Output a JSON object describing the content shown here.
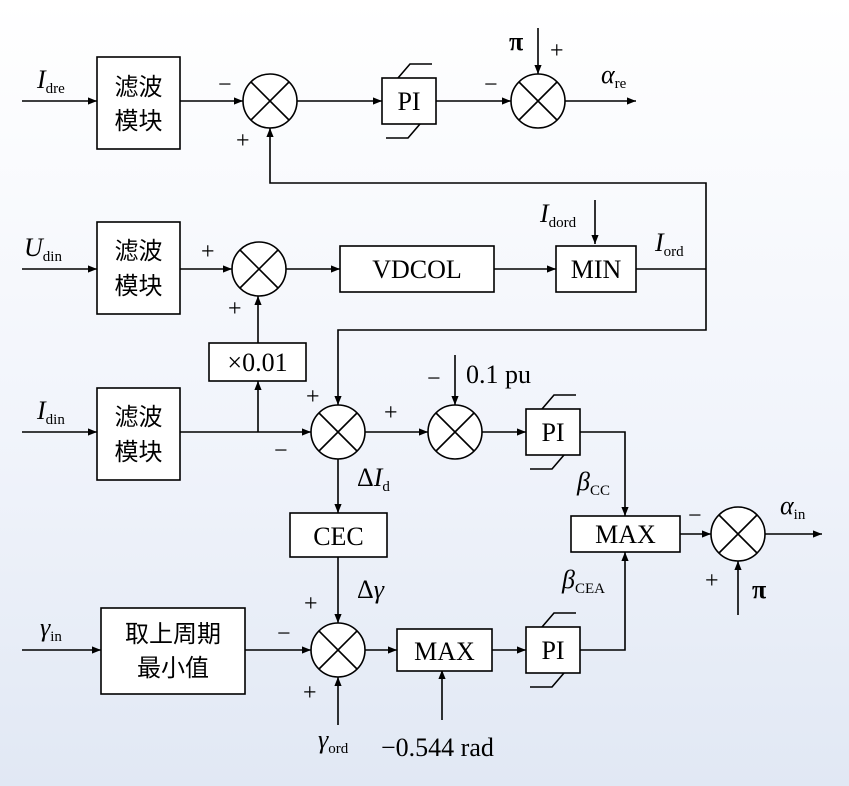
{
  "blocks": {
    "filter_label_1": "滤波",
    "filter_label_2": "模块",
    "pi": "PI",
    "vdcol": "VDCOL",
    "min": "MIN",
    "scale": "×0.01",
    "cec": "CEC",
    "prev_min_1": "取上周期",
    "prev_min_2": "最小值",
    "max": "MAX"
  },
  "signals": {
    "i_dre": {
      "main": "I",
      "sub": "dre"
    },
    "u_din": {
      "main": "U",
      "sub": "din"
    },
    "i_din": {
      "main": "I",
      "sub": "din"
    },
    "gamma_in": {
      "main": "γ",
      "sub": "in"
    },
    "gamma_ord": {
      "main": "γ",
      "sub": "ord"
    },
    "i_dord": {
      "main": "I",
      "sub": "dord"
    },
    "i_ord": {
      "main": "I",
      "sub": "ord"
    },
    "alpha_re": {
      "main": "α",
      "sub": "re"
    },
    "alpha_in": {
      "main": "α",
      "sub": "in"
    },
    "beta_cc": {
      "main": "β",
      "sub": "CC"
    },
    "beta_cea": {
      "main": "β",
      "sub": "CEA"
    },
    "delta_i_d": {
      "prefix": "Δ",
      "main": "I",
      "sub": "d"
    },
    "delta_gamma": {
      "prefix": "Δ",
      "main": "γ"
    },
    "pi_const": "π",
    "pu_ref": "0.1 pu",
    "rad_ref": "−0.544 rad"
  },
  "signs": {
    "plus": "+",
    "minus": "−"
  }
}
